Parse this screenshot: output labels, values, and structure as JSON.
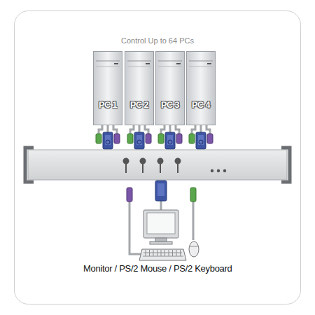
{
  "diagram": {
    "title": "Control Up to 64 PCs",
    "caption": "Monitor / PS/2 Mouse / PS/2 Keyboard",
    "nodes": [
      {
        "text": [
          "PC 1"
        ]
      },
      {
        "text": [
          "PC 2"
        ]
      },
      {
        "text": [
          "PC 3"
        ]
      },
      {
        "text": [
          "PC 4"
        ]
      }
    ]
  }
}
